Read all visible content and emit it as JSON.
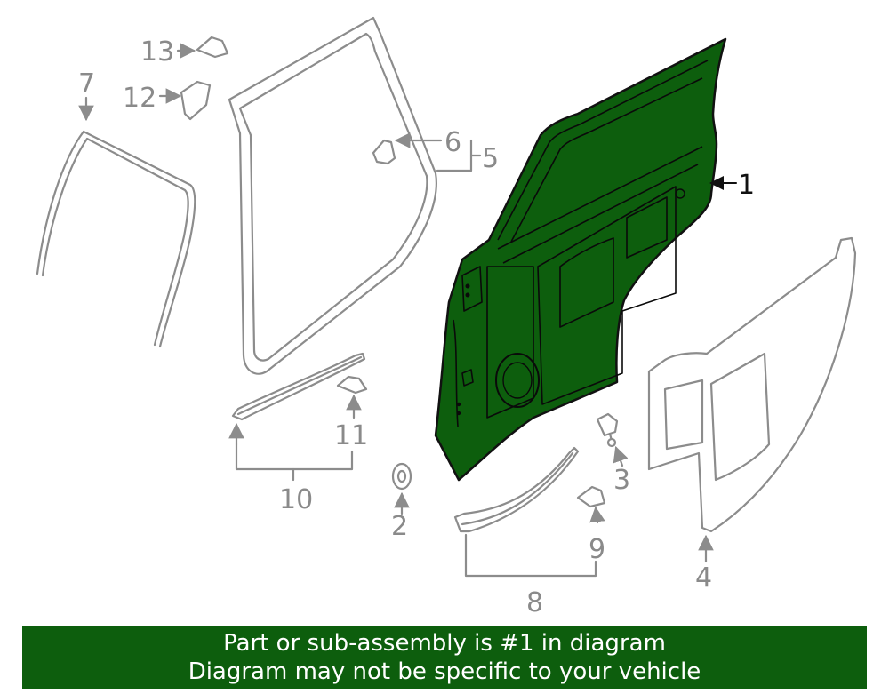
{
  "labels": {
    "l1": "1",
    "l2": "2",
    "l3": "3",
    "l4": "4",
    "l5": "5",
    "l6": "6",
    "l7": "7",
    "l8": "8",
    "l9": "9",
    "l10": "10",
    "l11": "11",
    "l12": "12",
    "l13": "13"
  },
  "footer": {
    "line1": "Part or sub-assembly is #1 in diagram",
    "line2": "Diagram may not be specific to your vehicle"
  },
  "colors": {
    "highlight": "#0d5e0d",
    "line_gray": "#8c8c8c",
    "banner_text": "#ffffff"
  }
}
